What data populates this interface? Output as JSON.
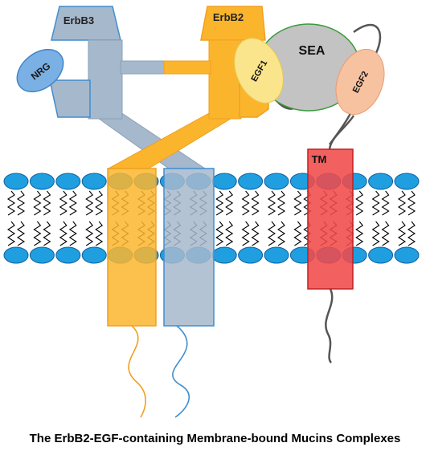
{
  "labels": {
    "erbb3": "ErbB3",
    "erbb2": "ErbB2",
    "nrg": "NRG",
    "sea": "SEA",
    "egf1": "EGF1",
    "egf2": "EGF2",
    "tm": "TM"
  },
  "caption": "The ErbB2-EGF-containing Membrane-bound Mucins Complexes",
  "colors": {
    "erbb3_fill": "#a6b8cc",
    "erbb3_stroke": "#3f8ecf",
    "erbb2_fill": "#fbb52d",
    "erbb2_stroke": "#f0a020",
    "nrg_fill": "#7ab0e3",
    "nrg_stroke": "#3f86cc",
    "sea_fill": "#c3c3c3",
    "sea_stroke": "#3a9a3a",
    "egf1_fill": "#fae58c",
    "egf2_fill": "#f7c2a0",
    "tm_fill": "#f04a4a",
    "tm_stroke": "#c02020",
    "lipid_head": "#1f9fe0",
    "lipid_head_stroke": "#1060a0",
    "tail_stroke": "#000000",
    "mucin_tail": "#555555"
  }
}
